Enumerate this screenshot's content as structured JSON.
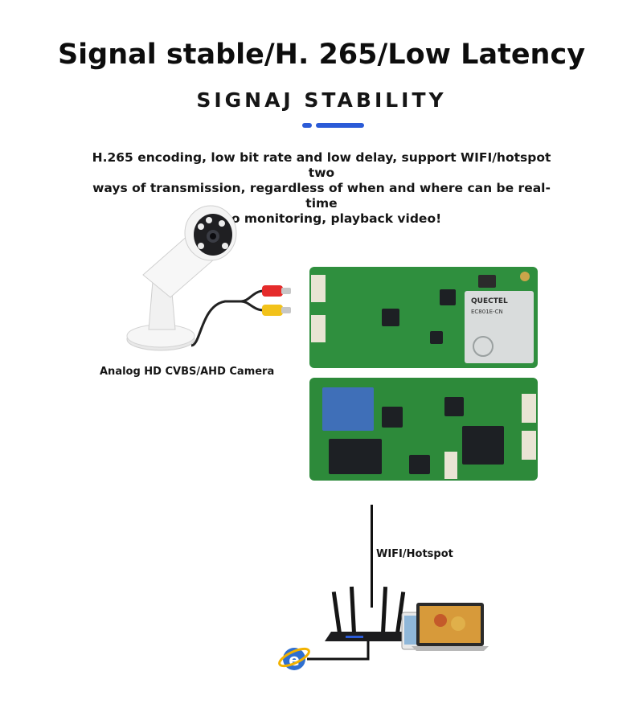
{
  "header": {
    "title": "Signal stable/H. 265/Low Latency",
    "subtitle": "SIGNAJ STABILITY"
  },
  "description": {
    "lines": [
      "H.265 encoding, low bit rate and low delay, support WIFI/hotspot two",
      "ways of transmission, regardless of when and where can be real-time",
      "video monitoring, playback video!"
    ]
  },
  "camera": {
    "caption": "Analog HD CVBS/AHD Camera"
  },
  "network": {
    "caption": "WIFI/Hotspot"
  },
  "module": {
    "chip_label_brand": "QUECTEL",
    "chip_label_model": "EC801E-CN"
  },
  "colors": {
    "accent": "#2b5bd7",
    "pcb_green": "#2f8f3e",
    "rca_red": "#e52b2b",
    "rca_yellow": "#f2c21a"
  }
}
